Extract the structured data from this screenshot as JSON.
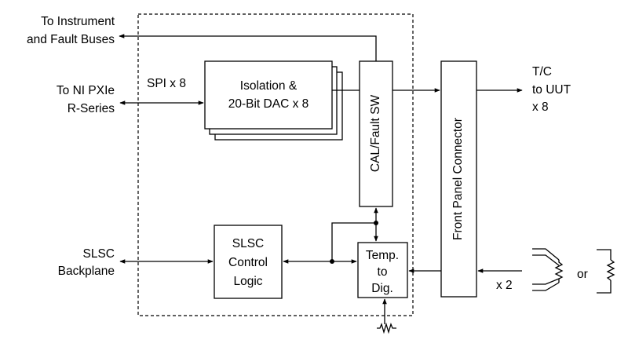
{
  "external": {
    "instrument_line1": "To Instrument",
    "instrument_line2": "and Fault Buses",
    "pxie_line1": "To NI PXIe",
    "pxie_line2": "R-Series",
    "slsc_line1": "SLSC",
    "slsc_line2": "Backplane",
    "tc_line1": "T/C",
    "tc_line2": "to UUT",
    "tc_line3": "x 8"
  },
  "blocks": {
    "dac_line1": "Isolation &",
    "dac_line2": "20-Bit DAC x 8",
    "cal_fault_sw": "CAL/Fault SW",
    "front_panel_connector": "Front Panel Connector",
    "control_line1": "SLSC",
    "control_line2": "Control",
    "control_line3": "Logic",
    "temp_line1": "Temp.",
    "temp_line2": "to",
    "temp_line3": "Dig."
  },
  "labels": {
    "spi": "SPI x 8",
    "x2": "x 2",
    "or": "or"
  }
}
